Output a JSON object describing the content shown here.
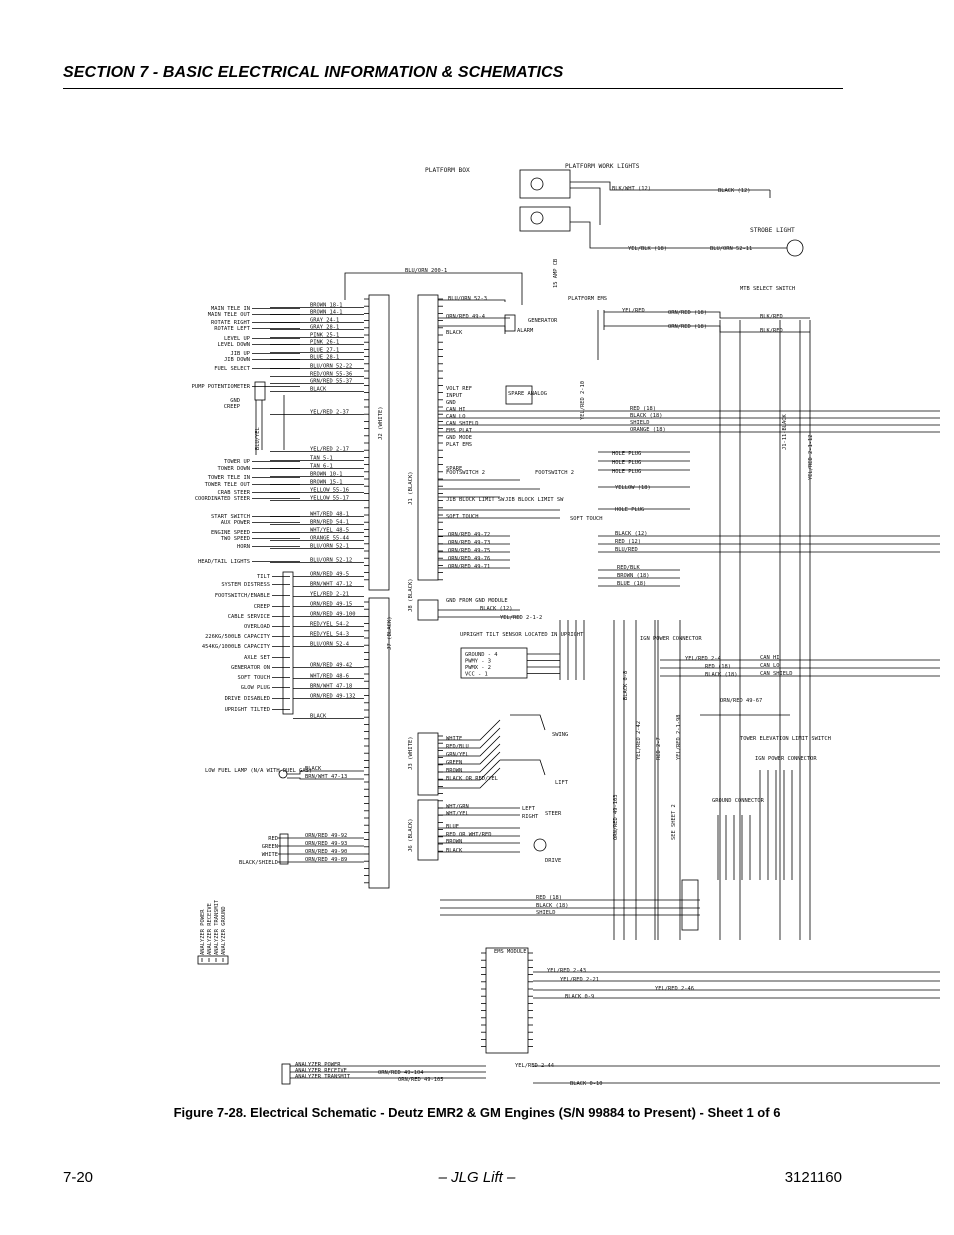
{
  "header": {
    "section_title": "SECTION 7 - BASIC ELECTRICAL INFORMATION & SCHEMATICS"
  },
  "figure": {
    "caption": "Figure 7-28.  Electrical Schematic - Deutz EMR2 & GM Engines (S/N 99884 to Present) - Sheet 1 of 6"
  },
  "footer": {
    "page_number": "7-20",
    "brand": "– JLG Lift –",
    "doc_number": "3121160"
  },
  "schematic": {
    "top_labels": {
      "platform_box": "PLATFORM BOX",
      "platform_work_lights": "PLATFORM WORK LIGHTS",
      "strobe_light": "STROBE LIGHT",
      "blu_orn_200": "BLU/ORN 200-1",
      "alarm": "ALARM",
      "generator": "GENERATOR",
      "platform_ems": "PLATFORM EMS",
      "mtb_select_switch": "MTB SELECT SWITCH",
      "amp_15": "15 AMP CB"
    },
    "left_functions": [
      "MAIN TELE IN",
      "MAIN TELE OUT",
      "ROTATE RIGHT",
      "ROTATE LEFT",
      "LEVEL UP",
      "LEVEL DOWN",
      "JIB UP",
      "JIB DOWN",
      "FUEL SELECT",
      "PUMP POTENTIOMETER",
      "TOWER UP",
      "TOWER DOWN",
      "TOWER TELE IN",
      "TOWER TELE OUT",
      "CRAB STEER",
      "COORDINATED STEER",
      "START SWITCH",
      "AUX POWER",
      "ENGINE SPEED",
      "TWO SPEED",
      "HORN",
      "HEAD/TAIL LIGHTS"
    ],
    "left_wires": [
      "BROWN 18-1",
      "BROWN 14-1",
      "GRAY 24-1",
      "GRAY 28-1",
      "PINK 25-1",
      "PINK 26-1",
      "BLUE 27-1",
      "BLUE 28-1",
      "BLU/ORN 52-22",
      "RED/ORN 55-36",
      "GRN/RED 55-37",
      "BLACK",
      "YEL/RED 2-37",
      "YEL/RED 2-17",
      "TAN 5-1",
      "TAN 6-1",
      "BROWN 10-1",
      "BROWN 15-1",
      "YELLOW 55-16",
      "YELLOW 55-17",
      "WHT/RED 48-1",
      "BRN/RED 54-1",
      "WHT/YEL 48-5",
      "ORANGE 55-44",
      "BLU/ORN 52-1",
      "BLU/ORN 52-12"
    ],
    "lower_functions": [
      "TILT",
      "SYSTEM DISTRESS",
      "FOOTSWITCH/ENABLE",
      "CREEP",
      "CABLE SERVICE",
      "OVERLOAD",
      "226KG/500LB CAPACITY",
      "454KG/1000LB CAPACITY",
      "AXLE SET",
      "GENERATOR ON",
      "SOFT TOUCH",
      "GLOW PLUG",
      "DRIVE DISABLED",
      "UPRIGHT TILTED"
    ],
    "lower_wires": [
      "ORN/RED 49-5",
      "BRN/WHT 47-12",
      "YEL/RED 2-21",
      "ORN/RED 49-15",
      "ORN/RED 49-100",
      "RED/YEL 54-2",
      "RED/YEL 54-3",
      "BLU/ORN 52-4",
      "ORN/RED 49-42",
      "WHT/RED 48-6",
      "BRN/WHT 47-18",
      "ORN/RED 49-132",
      "BLACK"
    ],
    "right_column": [
      "BLU/ORN 52-3",
      "ORN/RED 49-4",
      "BLACK",
      "VOLT REF",
      "INPUT",
      "GND",
      "CAN HI",
      "CAN LO",
      "CAN SHIELD",
      "EMS PLAT",
      "GND MODE",
      "PLAT EMS",
      "SPARE",
      "FOOTSWITCH 2",
      "JIB BLOCK LIMIT SW",
      "SOFT TOUCH",
      "SPARE ANALOG"
    ],
    "right_wires": [
      "RED (18)",
      "BLACK (18)",
      "SHIELD",
      "ORANGE (18)",
      "HOLE PLUG",
      "YELLOW (18)",
      "BLACK (12)",
      "RED (12)",
      "BLU/RED",
      "RED/BLK",
      "BROWN (18)",
      "BLUE (18)",
      "GND FROM GND MODULE",
      "YEL/RED 2-4",
      "CAN HI",
      "CAN LO",
      "CAN SHIELD"
    ],
    "tilt_sensor": {
      "title": "UPRIGHT TILT SENSOR LOCATED IN UPRIGHT",
      "rows": [
        "GROUND - 4",
        "PWMY - 3",
        "PWMX - 2",
        "VCC - 1"
      ]
    },
    "ign_power": "IGN POWER CONNECTOR",
    "ground_connector": "GROUND CONNECTOR",
    "tower_elevation": "TOWER ELEVATION LIMIT SWITCH",
    "see_sheet": "SEE SHEET 2",
    "swing": "SWING",
    "lift": "LIFT",
    "steer": [
      "LEFT",
      "STEER",
      "RIGHT"
    ],
    "drive": "DRIVE",
    "low_fuel": "LOW FUEL LAMP (N/A WITH DUEL GAS)",
    "ems_module": "EMS MODULE",
    "bottom_wires": [
      "YEL/RED 2-43",
      "YEL/RED 2-21",
      "BLACK 0-9",
      "YEL/RED 2-46",
      "YEL/RED 2-44",
      "BLACK 0-10",
      "ORN/RED 49-104",
      "ORN/RED 49-105"
    ],
    "analyzer": [
      "ANALYZER POWER",
      "ANALYZER RECEIVE",
      "ANALYZER TRANSMIT",
      "ANALYZER GROUND"
    ],
    "connector_labels": [
      "J1 (BLACK)",
      "J2 (WHITE)",
      "J3 (WHITE)",
      "J6 (BLACK)",
      "J7 (BLACK)",
      "J8 (BLACK)"
    ],
    "vertical_wires": [
      "YEL/RED 2-42",
      "YEL/RED 2-10",
      "ORN/RED 49-103",
      "YEL/RED 2-1-98",
      "RED 2-7",
      "BLACK 0-8"
    ]
  }
}
